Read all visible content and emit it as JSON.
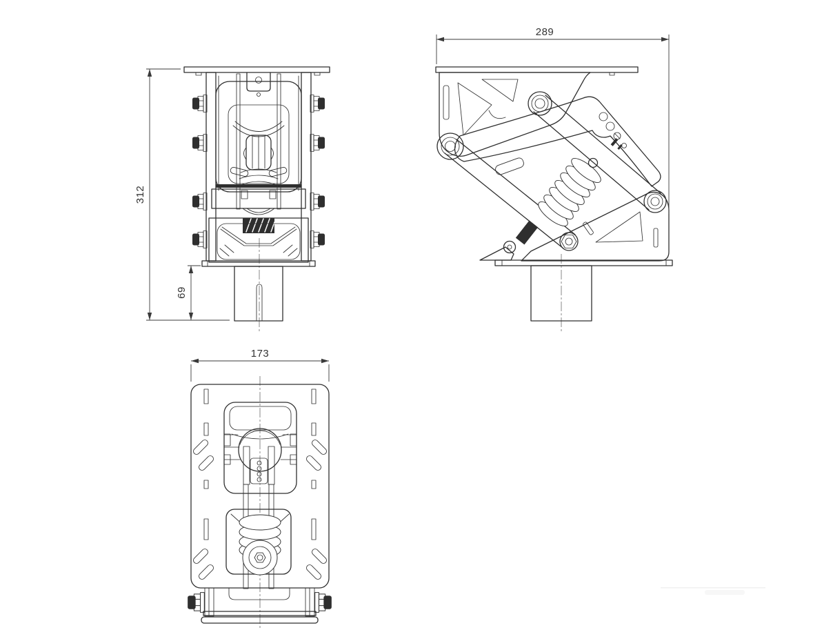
{
  "drawing": {
    "background": "#ffffff",
    "line_color": "#2f2f2f",
    "dimension_color": "#3a3a3a",
    "dimensions": {
      "front_overall_height": "312",
      "front_post_height": "69",
      "side_overall_width": "289",
      "top_plate_width": "173"
    }
  }
}
